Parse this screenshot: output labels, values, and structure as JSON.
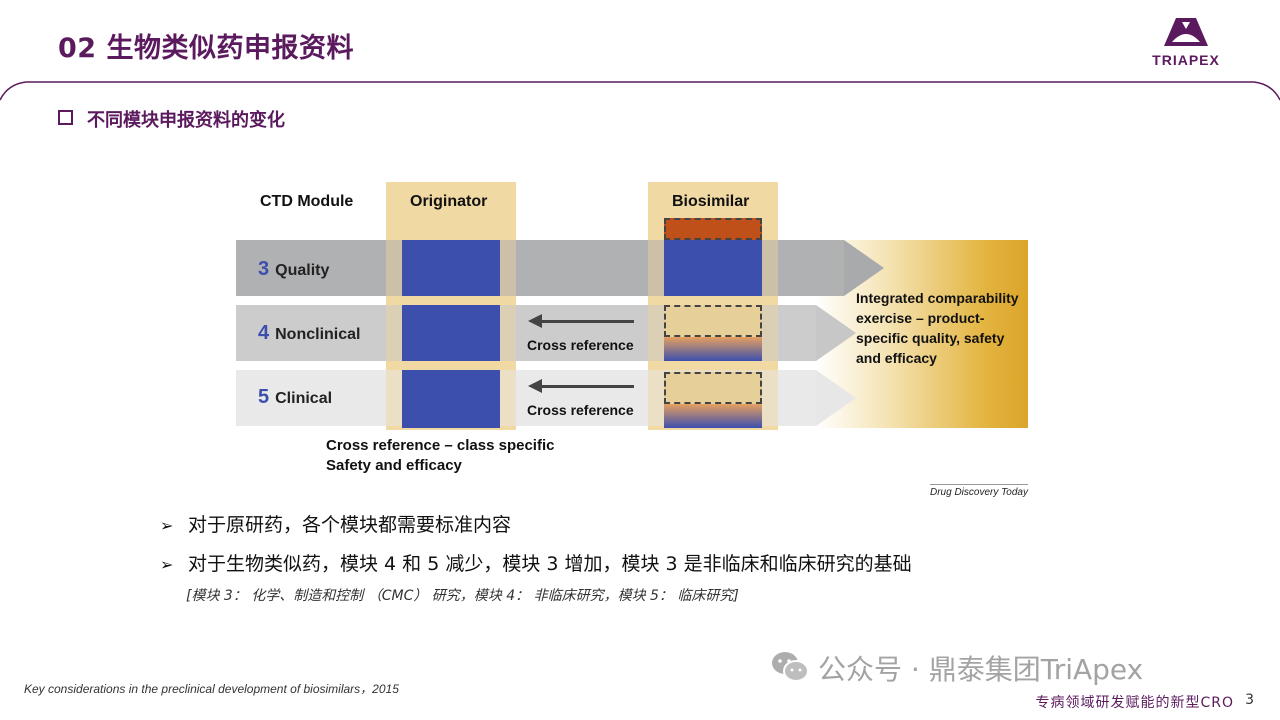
{
  "header": {
    "title": "02 生物类似药申报资料",
    "logo_text": "TRIAPEX",
    "brand_color": "#5b1a5e"
  },
  "section": {
    "heading": "不同模块申报资料的变化"
  },
  "figure": {
    "col_module": "CTD Module",
    "col_originator": "Originator",
    "col_biosimilar": "Biosimilar",
    "rows": [
      {
        "num": "3",
        "label": "Quality"
      },
      {
        "num": "4",
        "label": "Nonclinical"
      },
      {
        "num": "5",
        "label": "Clinical"
      }
    ],
    "cross_reference": "Cross reference",
    "integrated_text": "Integrated comparability exercise – product-specific quality, safety and efficacy",
    "class_text_line1": "Cross reference – class specific",
    "class_text_line2": "Safety and efficacy",
    "credit": "Drug Discovery Today"
  },
  "bullets": [
    "对于原研药，各个模块都需要标准内容",
    "对于生物类似药，模块 4 和 5 减少，模块 3 增加，模块 3 是非临床和临床研究的基础"
  ],
  "note": "[模块 3： 化学、制造和控制 （CMC） 研究，模块 4： 非临床研究，模块 5： 临床研究]",
  "footer": {
    "reference": "Key considerations in the preclinical development of biosimilars，2015",
    "watermark": "公众号 · 鼎泰集团TriApex",
    "slogan": "专病领域研发赋能的新型CRO",
    "page": "3"
  }
}
